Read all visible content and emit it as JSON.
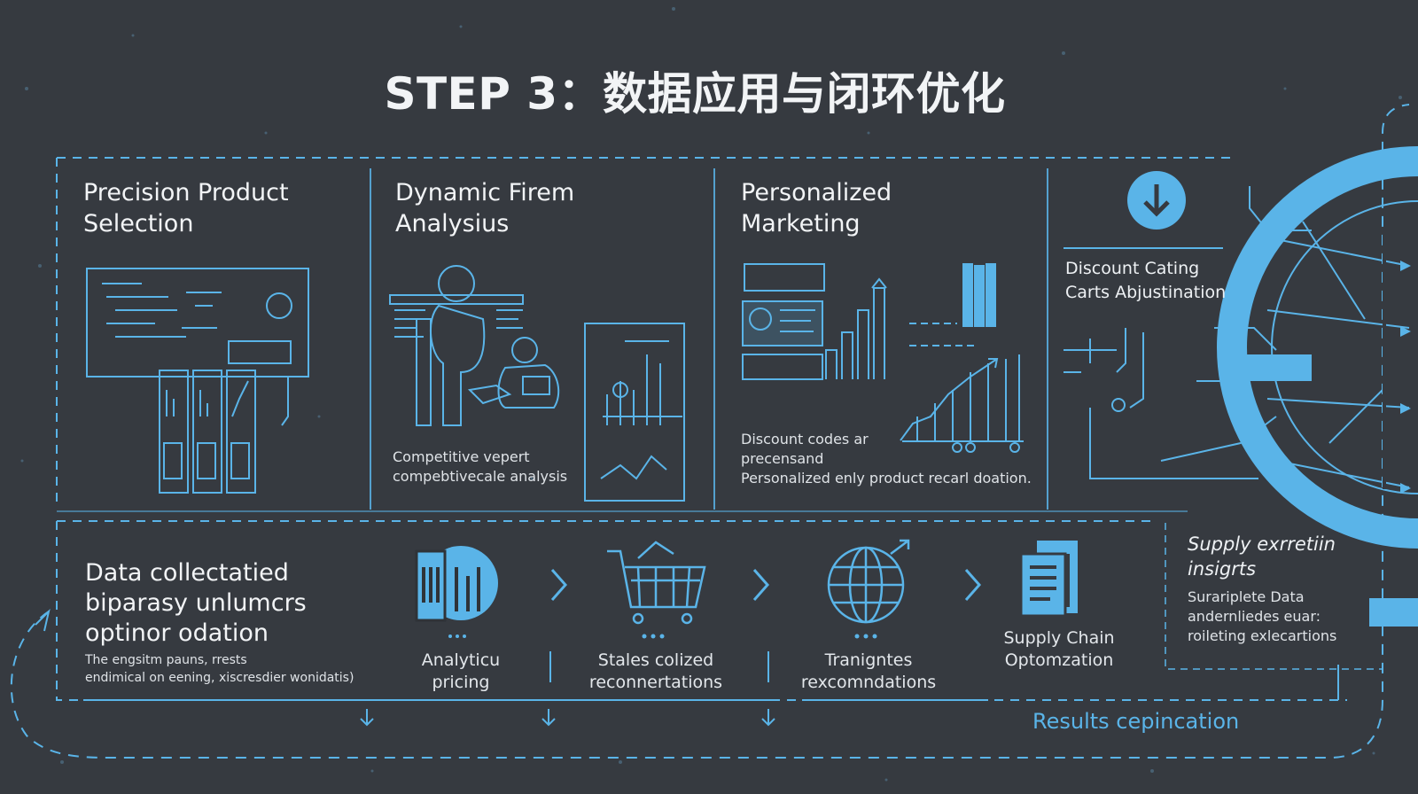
{
  "title": "STEP 3：数据应用与闭环优化",
  "top_panels": [
    {
      "heading": "Precision Product\n    Selection",
      "icon": "dashboard-board-icon"
    },
    {
      "heading": "Dynamic Firem\nAnalysius",
      "caption": "Competitive vepert\ncompebtivecale analysis",
      "icon": "analyst-figure-icon"
    },
    {
      "heading": "Personalized\nMarketing",
      "caption": "Discount codes  ar\nprecensand\nPersonalized enly product recarl doation.",
      "icon": "marketing-chart-icon"
    },
    {
      "heading": "Discount Cating\nCarts Abjustination",
      "icon": "download-circle-icon"
    }
  ],
  "bottom_intro": {
    "heading": "Data collectatied\nbiparasy unlumcrs\noptinor odation",
    "caption": "The engsitm pauns, rrests\nendimical on eening, xiscresdier wonidatis)"
  },
  "flow_items": [
    {
      "label": "Analyticu\npricing",
      "icon": "phone-devices-icon"
    },
    {
      "label": "Stales colized\nreconnertations",
      "icon": "shopping-cart-icon"
    },
    {
      "label": "Tranigntes\nrexcomndations",
      "icon": "globe-icon"
    },
    {
      "label": "Supply Chain\nOptomzation",
      "icon": "documents-icon"
    }
  ],
  "supply_box": {
    "heading": "Supply exrretiin\ninsigrts",
    "caption": "Surariplete Data\nandernliedes euar:\nroileting exlecartions"
  },
  "footer_label": "Results cepincation",
  "colors": {
    "background": "#363a40",
    "accent": "#5ab4e8",
    "text": "#f2f4f6"
  }
}
